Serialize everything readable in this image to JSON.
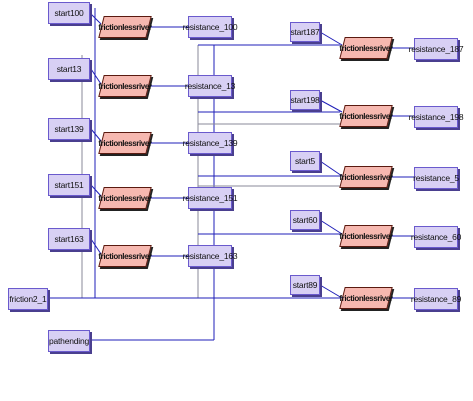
{
  "left_column": {
    "start100": "start100",
    "start13": "start13",
    "start139": "start139",
    "start151": "start151",
    "start163": "start163",
    "friction2_1": "friction2_1",
    "pathending": "pathending"
  },
  "right_column": {
    "start187": "start187",
    "start198": "start198",
    "start5": "start5",
    "start60": "start60",
    "start89": "start89"
  },
  "process_label": "frictionlessriver",
  "resistances": {
    "r100": "resistance_100",
    "r13": "resistance_13",
    "r139": "resistance_139",
    "r151": "resistance_151",
    "r163": "resistance_163",
    "r187": "resistance_187",
    "r198": "resistance_198",
    "r5": "resistance_5",
    "r60": "resistance_60",
    "r89": "resistance_89"
  },
  "colors": {
    "node_fill": "#d8d0f4",
    "process_fill": "#f6b8b0",
    "edge": "#1f1fb8"
  }
}
